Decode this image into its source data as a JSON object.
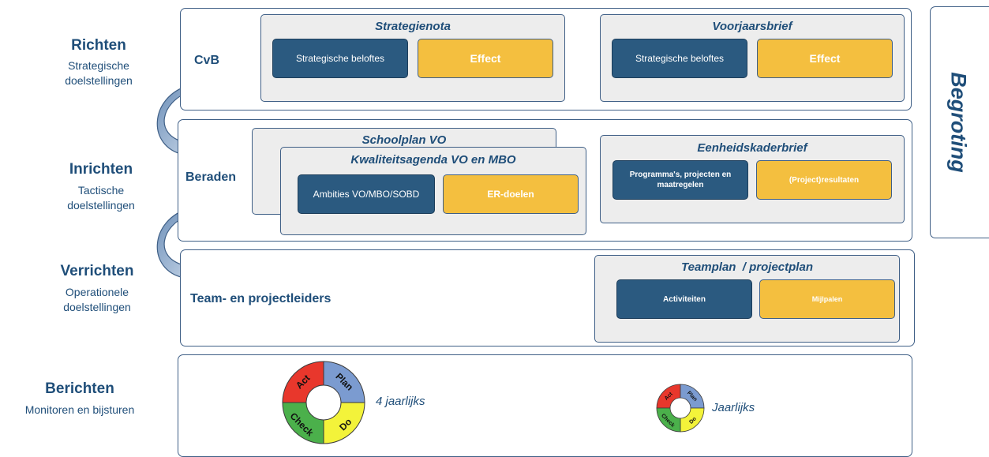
{
  "levels": [
    {
      "title": "Richten",
      "sub1": "Strategische",
      "sub2": "doelstellingen"
    },
    {
      "title": "Inrichten",
      "sub1": "Tactische",
      "sub2": "doelstellingen"
    },
    {
      "title": "Verrichten",
      "sub1": "Operationele",
      "sub2": "doelstellingen"
    },
    {
      "title": "Berichten",
      "sub1": "Monitoren en bijsturen"
    }
  ],
  "band1": {
    "actor": "CvB",
    "cards": [
      {
        "title": "Strategienota",
        "left": "Strategische beloftes",
        "right": "Effect"
      },
      {
        "title": "Voorjaarsbrief",
        "left": "Strategische beloftes",
        "right": "Effect"
      }
    ]
  },
  "band2": {
    "actor": "Beraden",
    "back_title": "Schoolplan VO",
    "front": {
      "title": "Kwaliteitsagenda VO en MBO",
      "left": "Ambities VO/MBO/SOBD",
      "right": "ER-doelen"
    },
    "side": {
      "title": "Eenheidskaderbrief",
      "left": "Programma's, projecten en maatregelen",
      "right": "(Project)resultaten"
    }
  },
  "band3": {
    "actor": "Team- en projectleiders",
    "card": {
      "title": "Teamplan  / projectplan",
      "left": "Activiteiten",
      "right": "Mijlpalen"
    }
  },
  "band4": {
    "cycle_labels": [
      "Act",
      "Plan",
      "Do",
      "Check"
    ],
    "freq1": "4 jaarlijks",
    "freq2": "Jaarlijks"
  },
  "begroting": "Begroting",
  "colors": {
    "primary": "#1f4e79",
    "blue_pill": "#2b5a80",
    "gold_pill": "#f4bf3f",
    "card_bg": "#ededed",
    "act": "#e8372c",
    "plan": "#7b9bd0",
    "do": "#f3f33a",
    "check": "#4bb04b"
  }
}
